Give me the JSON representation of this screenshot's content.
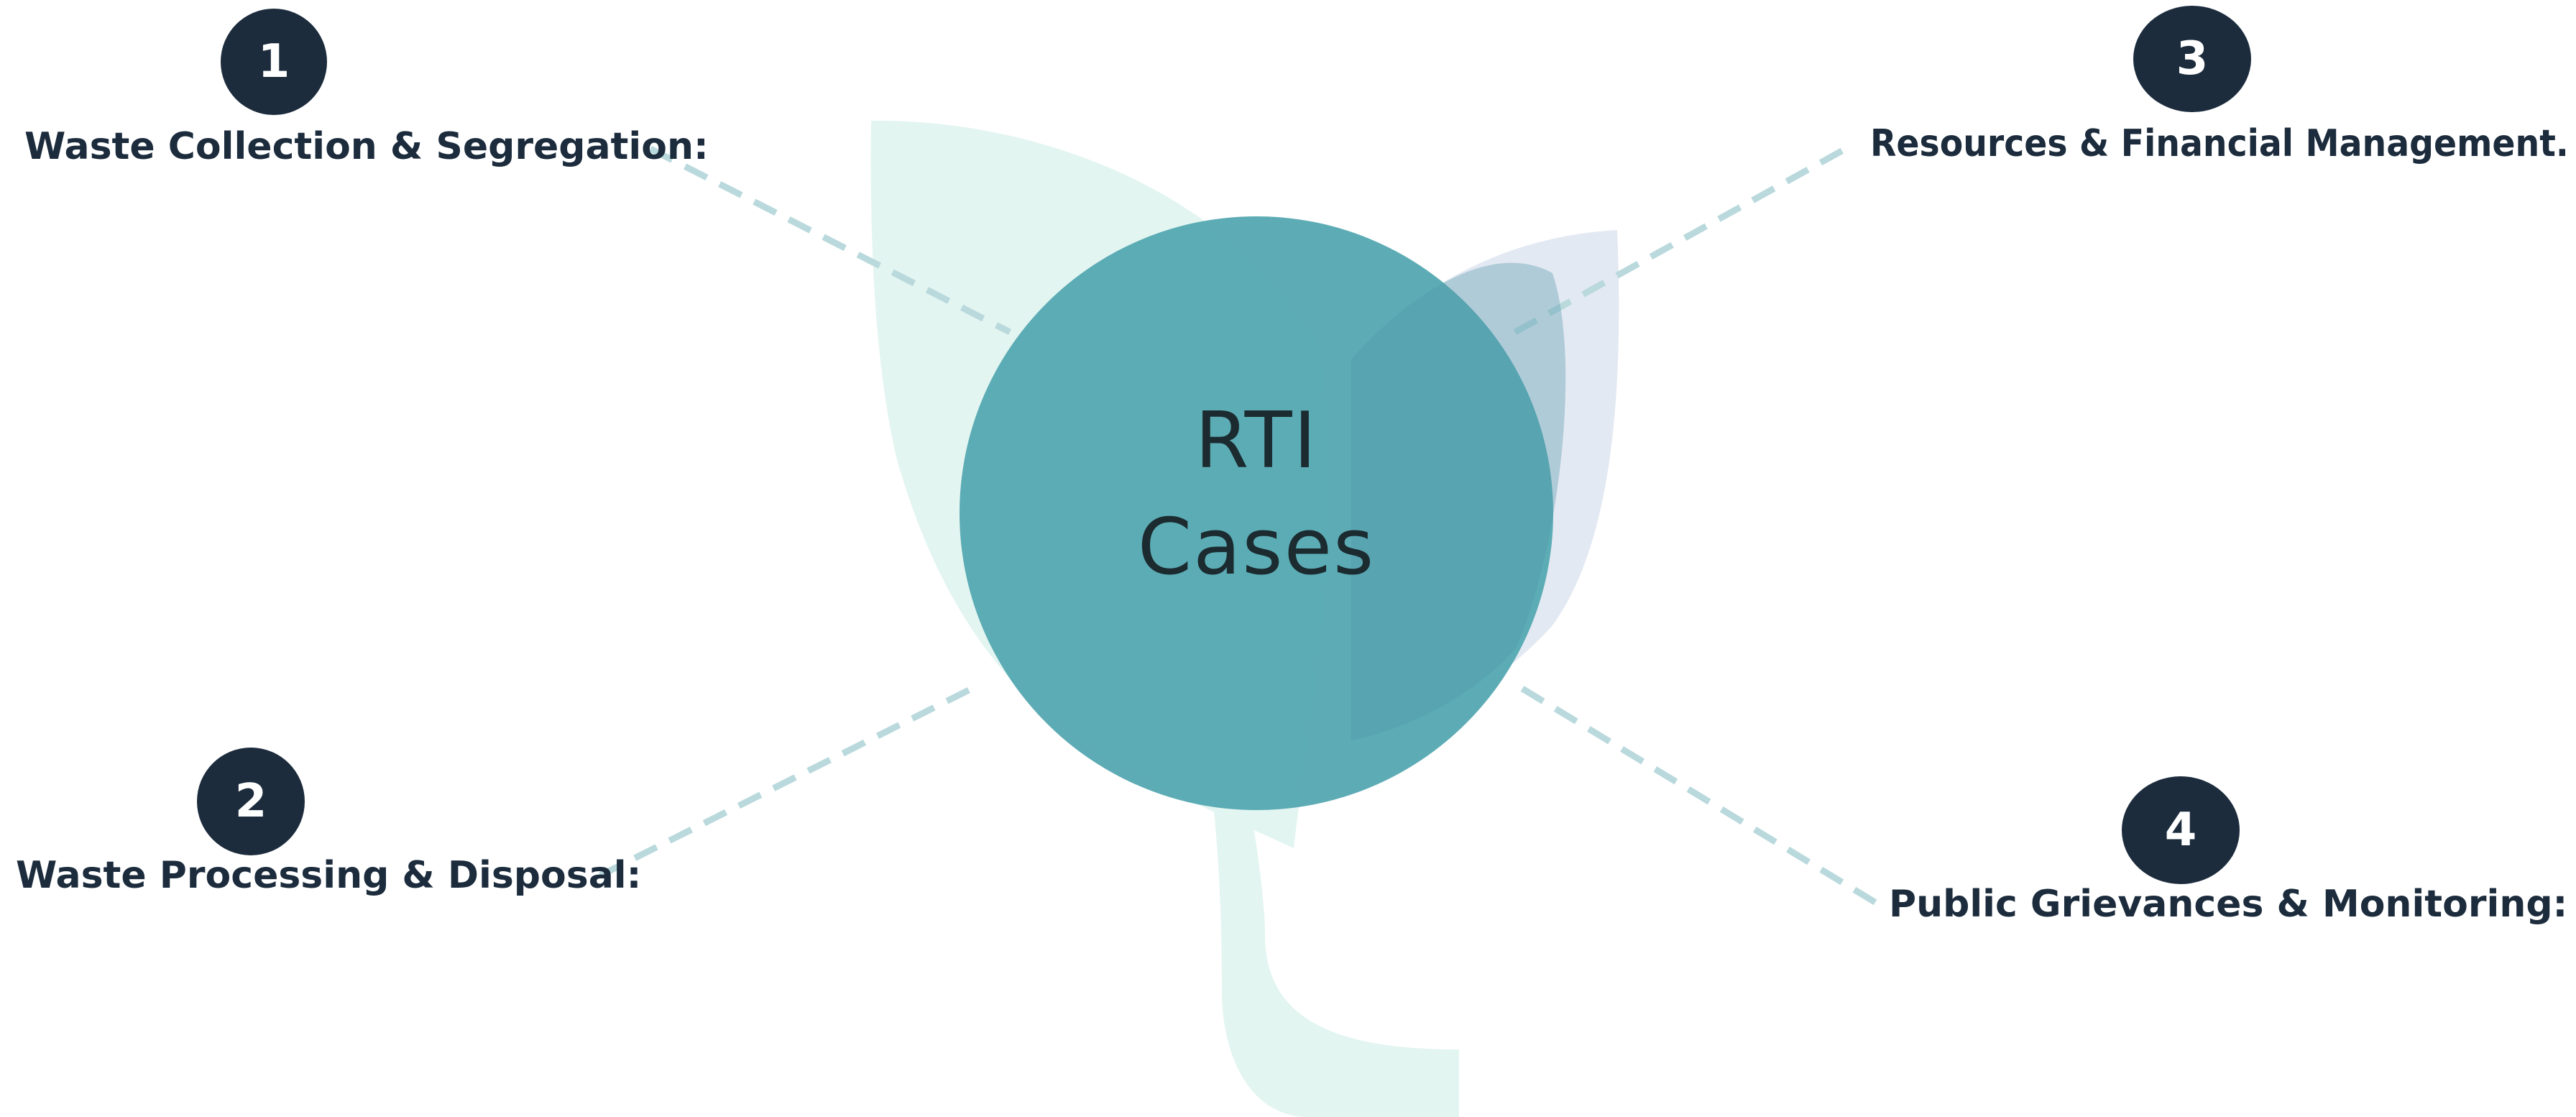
{
  "center": {
    "line1": "RTI",
    "line2": "Cases"
  },
  "items": [
    {
      "number": "1",
      "label": "Waste Collection & Segregation:"
    },
    {
      "number": "2",
      "label": "Waste Processing & Disposal:"
    },
    {
      "number": "3",
      "label": "Resources & Financial Management."
    },
    {
      "number": "4",
      "label": "Public Grievances & Monitoring:"
    }
  ],
  "colors": {
    "circle": "#56a9b2",
    "badge": "#1c2c3d",
    "text": "#1c2c3d",
    "connector": "#b9d9dd",
    "leaf_green": "#e3f5f1",
    "leaf_blue": "#e3e9f2"
  }
}
